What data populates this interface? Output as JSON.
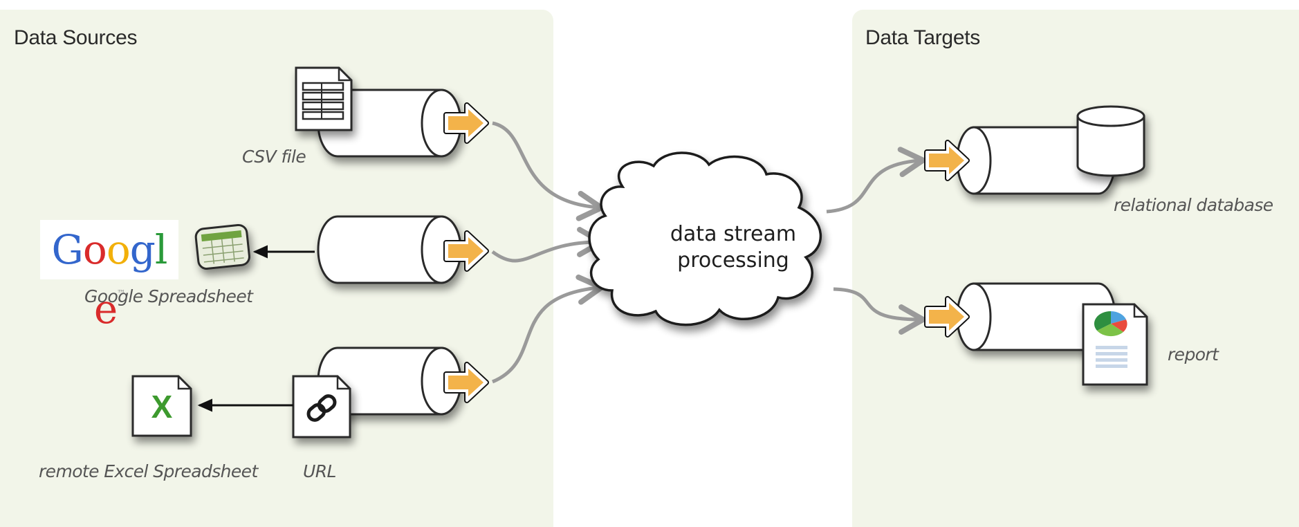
{
  "panels": {
    "sources_title": "Data Sources",
    "targets_title": "Data Targets"
  },
  "center": {
    "line1": "data stream",
    "line2": "processing"
  },
  "labels": {
    "csv": "CSV file",
    "google_sheet": "Google Spreadsheet",
    "excel": "remote Excel Spreadsheet",
    "url": "URL",
    "database": "relational database",
    "report": "report"
  },
  "logos": {
    "google": [
      "G",
      "o",
      "o",
      "g",
      "l",
      "e"
    ],
    "google_tm": "™",
    "excel_mark": "X"
  },
  "colors": {
    "panel_bg": "#f2f5e9",
    "arrow_fill": "#f3b34a",
    "connector": "#9a9a9a",
    "google_colors": [
      "#3366cc",
      "#d92b2b",
      "#f2b00a",
      "#3366cc",
      "#2a9a3a",
      "#d92b2b"
    ],
    "excel_green": "#3d9a2e"
  },
  "icons": [
    "document-table-icon",
    "spreadsheet-icon",
    "link-icon",
    "excel-icon",
    "database-icon",
    "pie-chart-report-icon",
    "cloud-icon"
  ]
}
